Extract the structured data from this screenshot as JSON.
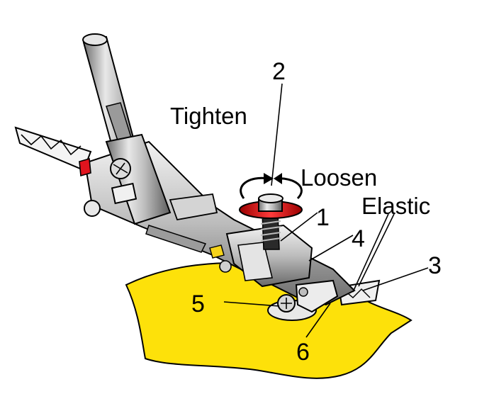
{
  "labels": {
    "tighten": "Tighten",
    "loosen": "Loosen",
    "elastic": "Elastic",
    "n1": "1",
    "n2": "2",
    "n3": "3",
    "n4": "4",
    "n5": "5",
    "n6": "6"
  },
  "colors": {
    "fabric": "#fde10a",
    "metal": "#c8c8c8",
    "accent_red": "#e0141e"
  }
}
